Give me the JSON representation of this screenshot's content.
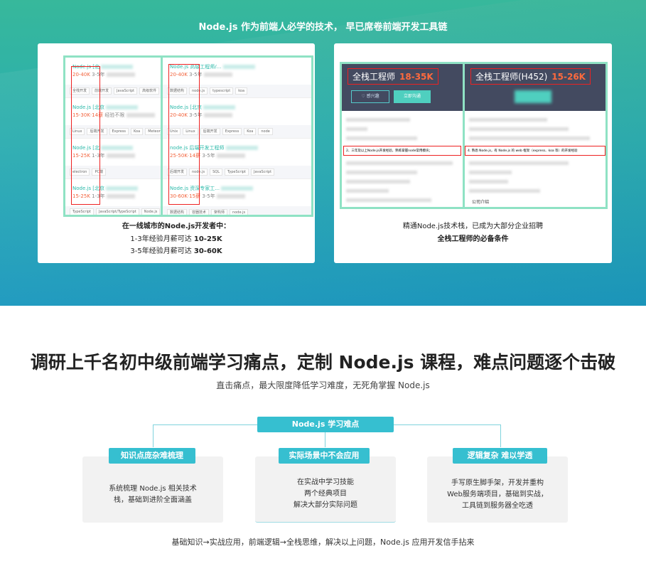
{
  "banner": {
    "title": "Node.js 作为前端人必学的技术， 早已席卷前端开发工具链"
  },
  "left_card": {
    "jobs_left": [
      {
        "title": "Node.js  [北",
        "salary": "20-40K",
        "exp": "3-5年",
        "tags": [
          "全栈开发",
          "前端开发",
          "JavaScript",
          "高级软件"
        ]
      },
      {
        "title": "Node.js  [北京",
        "salary": "15-30K·14薪",
        "exp": "经验不限",
        "tags": [
          "Linux",
          "后端开发",
          "Express",
          "Koa",
          "Meteor"
        ]
      },
      {
        "title": "Node.js  [北",
        "salary": "15-25K",
        "exp": "1-3年",
        "tags": [
          "electron",
          "PC端"
        ]
      },
      {
        "title": "Node.js  [北京",
        "salary": "15-25K",
        "exp": "1-3年",
        "tags": [
          "TypeScript",
          "JavaScript/TypeScript",
          "Node.js"
        ]
      }
    ],
    "jobs_right": [
      {
        "title": "Node.js 高级工程师/...",
        "salary": "20-40K",
        "exp": "3-5年",
        "tags": [
          "数据结构",
          "node.js",
          "typescript",
          "koa"
        ]
      },
      {
        "title": "Node.js  [北京",
        "salary": "20-40K",
        "exp": "3-5年",
        "tags": [
          "Unix",
          "Linux",
          "后端开发",
          "Express",
          "Koa",
          "node"
        ]
      },
      {
        "title": "node.js 后端开发工程师",
        "salary": "25-50K·14薪",
        "exp": "3-5年",
        "tags": [
          "后端开发",
          "node.js",
          "SQL",
          "TypeScript",
          "JavaScript"
        ]
      },
      {
        "title": "Node.js 资深专家工...",
        "salary": "30-60K·15薪",
        "exp": "3-5年",
        "tags": [
          "数据结构",
          "容器技术",
          "架构师",
          "node.js"
        ]
      }
    ],
    "caption_title": "在一线城市的Node.js开发者中：",
    "caption_line1_prefix": "1-3年经验月薪可达 ",
    "caption_line1_value": "10-25K",
    "caption_line2_prefix": "3-5年经验月薪可达 ",
    "caption_line2_value": "30-60K"
  },
  "right_card": {
    "job1": {
      "title": "全栈工程师",
      "salary": "18-35K",
      "btn_interest": "♡ 感兴趣",
      "btn_chat": "立即沟通",
      "highlight": "2、三年及以上Node.js开发经验，熟练掌握node常用模块；"
    },
    "job2": {
      "title": "全栈工程师(H452)",
      "salary": "15-26K",
      "highlight": "4. 熟悉 Node.js，有 Node.js 的 web 框架（express、koa 等）的开发经验",
      "company": "公司介绍"
    },
    "caption1": "精通Node.js技术栈，已成为大部分企业招聘",
    "caption2": "全栈工程师的必备条件"
  },
  "section": {
    "title": "调研上千名初中级前端学习痛点，定制 Node.js 课程，难点问题逐个击破",
    "subtitle": "直击痛点，最大限度降低学习难度，无死角掌握 Node.js",
    "root": "Node.js 学习难点",
    "items": [
      {
        "label": "知识点庞杂难梳理",
        "lines": [
          "系统梳理 Node.js 相关技术",
          "栈，基础到进阶全面涵盖"
        ]
      },
      {
        "label": "实际场景中不会应用",
        "lines": [
          "在实战中学习技能",
          "两个经典项目",
          "解决大部分实际问题"
        ]
      },
      {
        "label": "逻辑复杂 难以学透",
        "lines": [
          "手写原生脚手架，开发并重构",
          "Web服务端项目，基础到实战，",
          "工具链到服务器全吃透"
        ]
      }
    ],
    "footer": "基础知识→实战应用，前端逻辑→全栈思维，解决以上问题，Node.js 应用开发信手拈来",
    "accent": "#36bfd0"
  }
}
